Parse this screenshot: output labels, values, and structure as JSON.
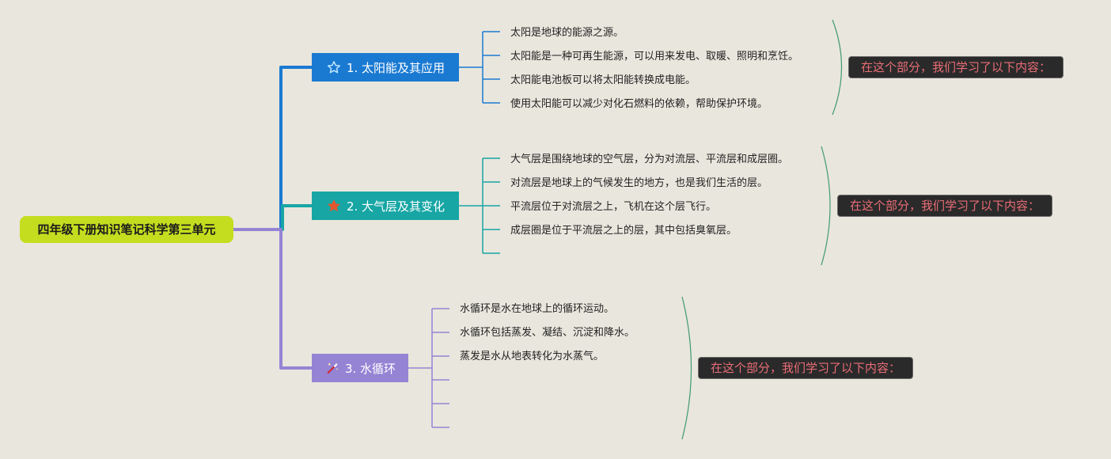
{
  "root": {
    "label": "四年级下册知识笔记科学第三单元"
  },
  "branches": [
    {
      "label": "1. 太阳能及其应用",
      "icon": "star-outline-icon",
      "color": "#1a7ad2",
      "leaves": [
        "太阳是地球的能源之源。",
        "太阳能是一种可再生能源，可以用来发电、取暖、照明和烹饪。",
        "太阳能电池板可以将太阳能转换成电能。",
        "使用太阳能可以减少对化石燃料的依赖，帮助保护环境。"
      ],
      "summary": "在这个部分，我们学习了以下内容："
    },
    {
      "label": "2. 大气层及其变化",
      "icon": "star-filled-icon",
      "color": "#17a6a4",
      "leaves": [
        "大气层是围绕地球的空气层，分为对流层、平流层和成层圈。",
        "对流层是地球上的气候发生的地方，也是我们生活的层。",
        "平流层位于对流层之上，飞机在这个层飞行。",
        "成层圈是位于平流层之上的层，其中包括臭氧层。",
        ""
      ],
      "summary": "在这个部分，我们学习了以下内容："
    },
    {
      "label": "3. 水循环",
      "icon": "magic-wand-icon",
      "color": "#9584d4",
      "leaves": [
        "水循环是水在地球上的循环运动。",
        "水循环包括蒸发、凝结、沉淀和降水。",
        "蒸发是水从地表转化为水蒸气。",
        "",
        "",
        ""
      ],
      "summary": "在这个部分，我们学习了以下内容："
    }
  ]
}
